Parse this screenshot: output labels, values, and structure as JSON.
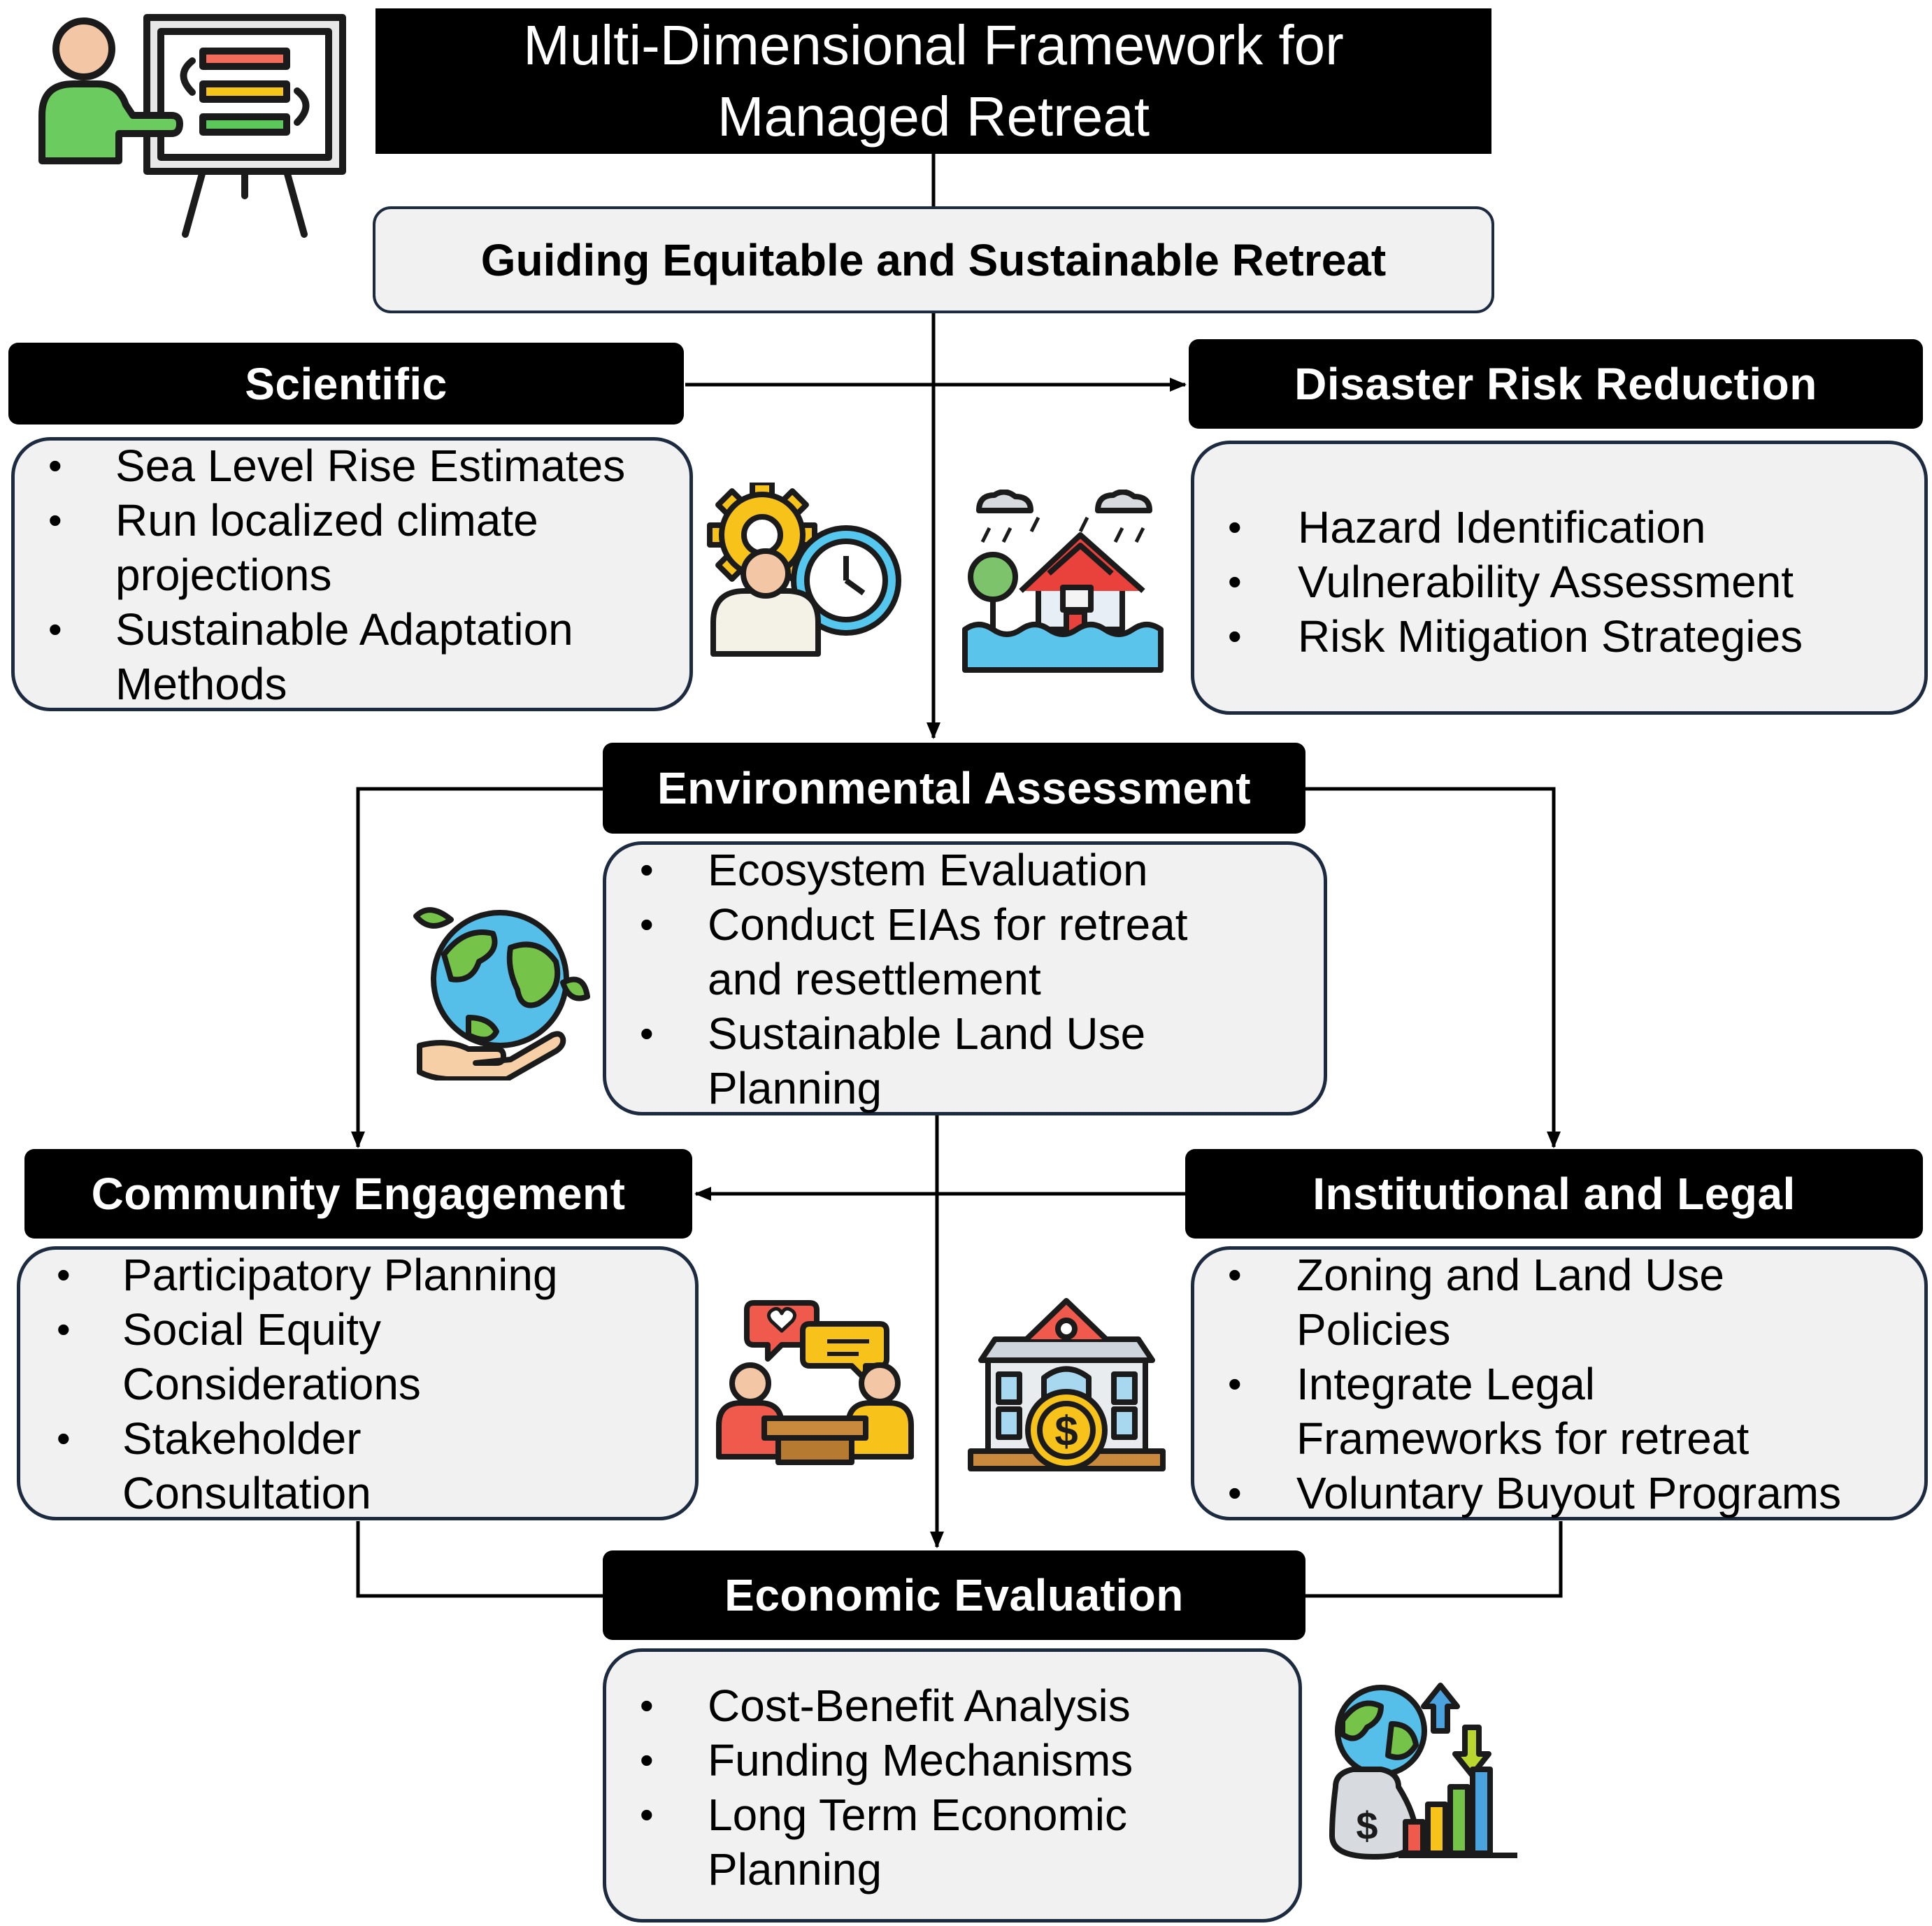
{
  "title": {
    "line1": "Multi-Dimensional Framework for",
    "line2": "Managed Retreat"
  },
  "guide": "Guiding Equitable and Sustainable Retreat",
  "scientific": {
    "title": "Scientific",
    "items": [
      "Sea Level Rise Estimates",
      "Run localized climate projections",
      "Sustainable Adaptation Methods"
    ]
  },
  "drr": {
    "title": "Disaster Risk Reduction",
    "items": [
      "Hazard Identification",
      "Vulnerability Assessment",
      "Risk Mitigation Strategies"
    ]
  },
  "environmental": {
    "title": "Environmental Assessment",
    "items": [
      "Ecosystem Evaluation",
      "Conduct EIAs for retreat and resettlement",
      "Sustainable Land Use Planning"
    ]
  },
  "community": {
    "title": "Community Engagement",
    "items": [
      "Participatory Planning",
      "Social Equity Considerations",
      "Stakeholder Consultation"
    ]
  },
  "institutional": {
    "title": "Institutional and Legal",
    "items": [
      "Zoning and Land Use Policies",
      "Integrate Legal Frameworks for retreat",
      "Voluntary Buyout Programs"
    ]
  },
  "economic": {
    "title": "Economic Evaluation",
    "items": [
      "Cost-Benefit Analysis",
      "Funding Mechanisms",
      "Long Term Economic Planning"
    ]
  },
  "bullet": "•",
  "icons": {
    "presenter": "presenter-board-icon",
    "scientist": "scientist-gear-clock-icon",
    "flood": "flooded-house-icon",
    "earth_hand": "earth-in-hand-icon",
    "meeting": "meeting-table-icon",
    "bank": "bank-money-icon",
    "finance": "globe-money-chart-icon"
  },
  "colors": {
    "header_bg": "#000000",
    "card_bg": "#f1f1f2",
    "card_border": "#1d2b40"
  }
}
